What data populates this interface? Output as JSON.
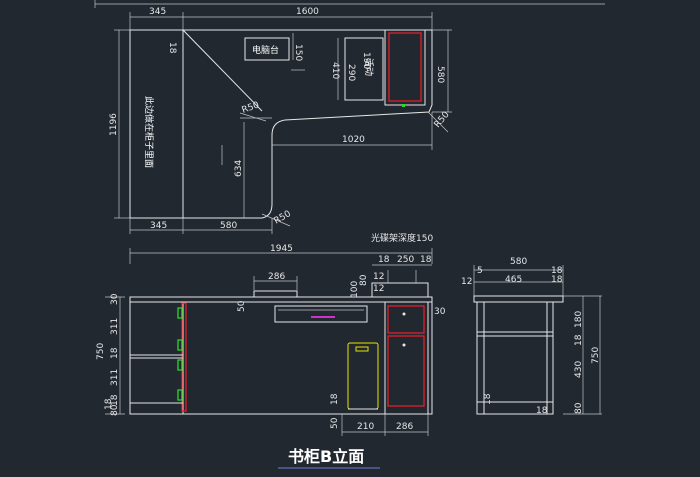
{
  "title": "书柜B立面",
  "colors": {
    "background": "#212830",
    "line": "#e8e8e8",
    "cabinet_red": "#e0202a",
    "handle_green": "#2bd82b",
    "host_yellow": "#e6e600",
    "drawer_magenta": "#cc33cc",
    "title_underline": "#6f7ad6"
  },
  "plan": {
    "dim_top_left": "345",
    "dim_top_total": "1600",
    "dim_left_height": "1196",
    "dim_18": "18",
    "desk_label": "电脑台",
    "dim_150": "150",
    "dim_410": "410",
    "dim_190": "190",
    "dim_290": "290",
    "movable_label": "活动",
    "dim_580_right": "580",
    "dim_r50_a": "R50",
    "dim_r50_b": "R50",
    "dim_r50_c": "R50",
    "dim_1020": "1020",
    "dim_634": "634",
    "dim_bottom_345": "345",
    "dim_bottom_580": "580",
    "side_note": "此边做在柜子里面"
  },
  "elevation": {
    "dim_1945": "1945",
    "shelf_depth_note": "光碟架深度150",
    "dim_18a": "18",
    "dim_250": "250",
    "dim_18b": "18",
    "dim_12a": "12",
    "dim_12b": "12",
    "dim_286_top": "286",
    "dim_100": "100",
    "dim_80": "80",
    "dim_50": "50",
    "dim_30": "30",
    "left_dims": [
      "30",
      "311",
      "18",
      "311",
      "18",
      "18",
      "80"
    ],
    "dim_750": "750",
    "dim_18_mid": "18",
    "dim_50_bottom": "50",
    "dim_210": "210",
    "dim_286_bottom": "286"
  },
  "side": {
    "dim_580": "580",
    "dim_5": "5",
    "dim_18_top": "18",
    "dim_12": "12",
    "dim_465": "465",
    "dim_18_right": "18",
    "right_dims": [
      "180",
      "18",
      "430",
      "80"
    ],
    "dim_750": "750",
    "dim_18_bot_a": "18",
    "dim_18_bot_b": "18"
  }
}
